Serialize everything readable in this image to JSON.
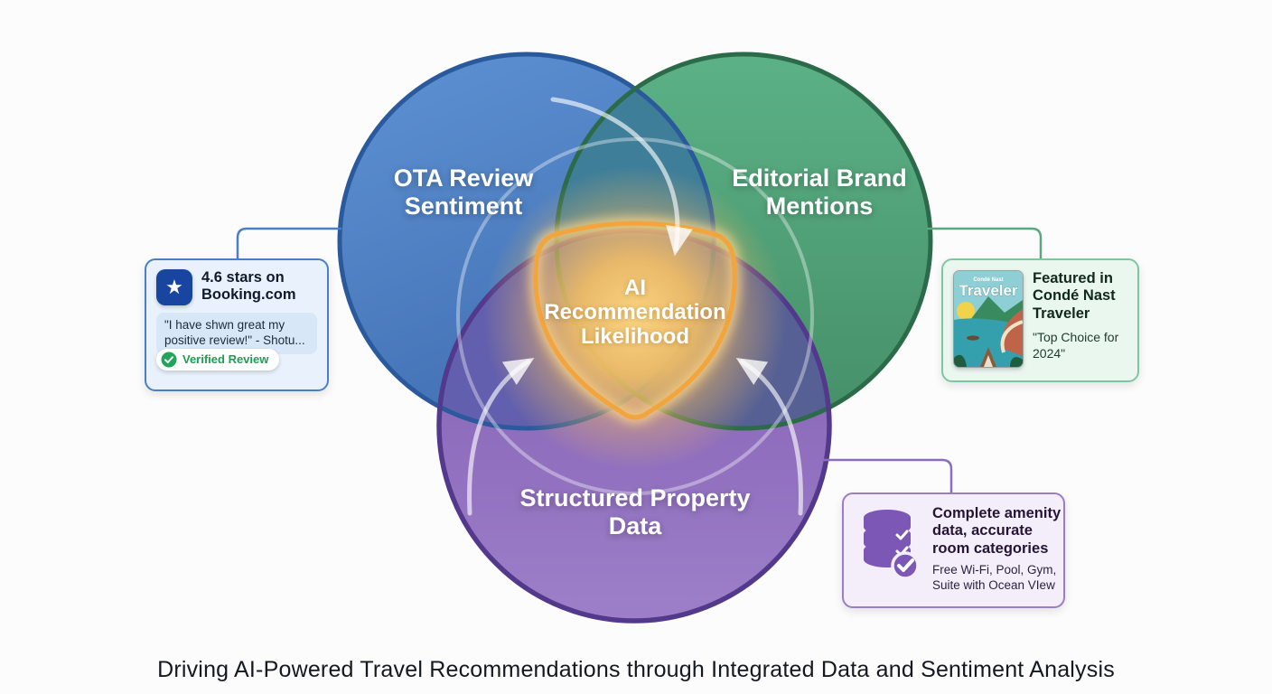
{
  "caption": "Driving AI-Powered Travel Recommendations through Integrated Data and Sentiment Analysis",
  "venn": {
    "circles": [
      {
        "id": "ota",
        "label": "OTA Review Sentiment",
        "fill": "#4a80c3",
        "edge": "#2a5a9b"
      },
      {
        "id": "editorial",
        "label": "Editorial Brand Mentions",
        "fill": "#53a67c",
        "edge": "#2c6b49"
      },
      {
        "id": "property",
        "label": "Structured Property Data",
        "fill": "#8f6fbd",
        "edge": "#53398c"
      }
    ],
    "center": {
      "label": "AI Recommendation Likelihood",
      "border_color": "#f2a43d",
      "glow_color": "#f6c269"
    }
  },
  "callouts": {
    "ota": {
      "title": "4.6 stars on Booking.com",
      "quote": "\"I have shwn great my positive review!\" - Shotu...",
      "badge": "Verified Review",
      "icon": "star-icon",
      "accent": "#4a80c3"
    },
    "editorial": {
      "title": "Featured in Condé Nast Traveler",
      "quote": "\"Top Choice for 2024\"",
      "magazine_masthead_small": "Condé Nast",
      "magazine_masthead": "Traveler",
      "icon": "magazine-cover",
      "accent": "#7fc69e"
    },
    "property": {
      "title": "Complete amenity data, accurate room categories",
      "subtitle": "Free Wi-Fi, Pool, Gym, Suite with Ocean VIew",
      "icon": "database-icon",
      "accent": "#9b7cc7"
    }
  }
}
